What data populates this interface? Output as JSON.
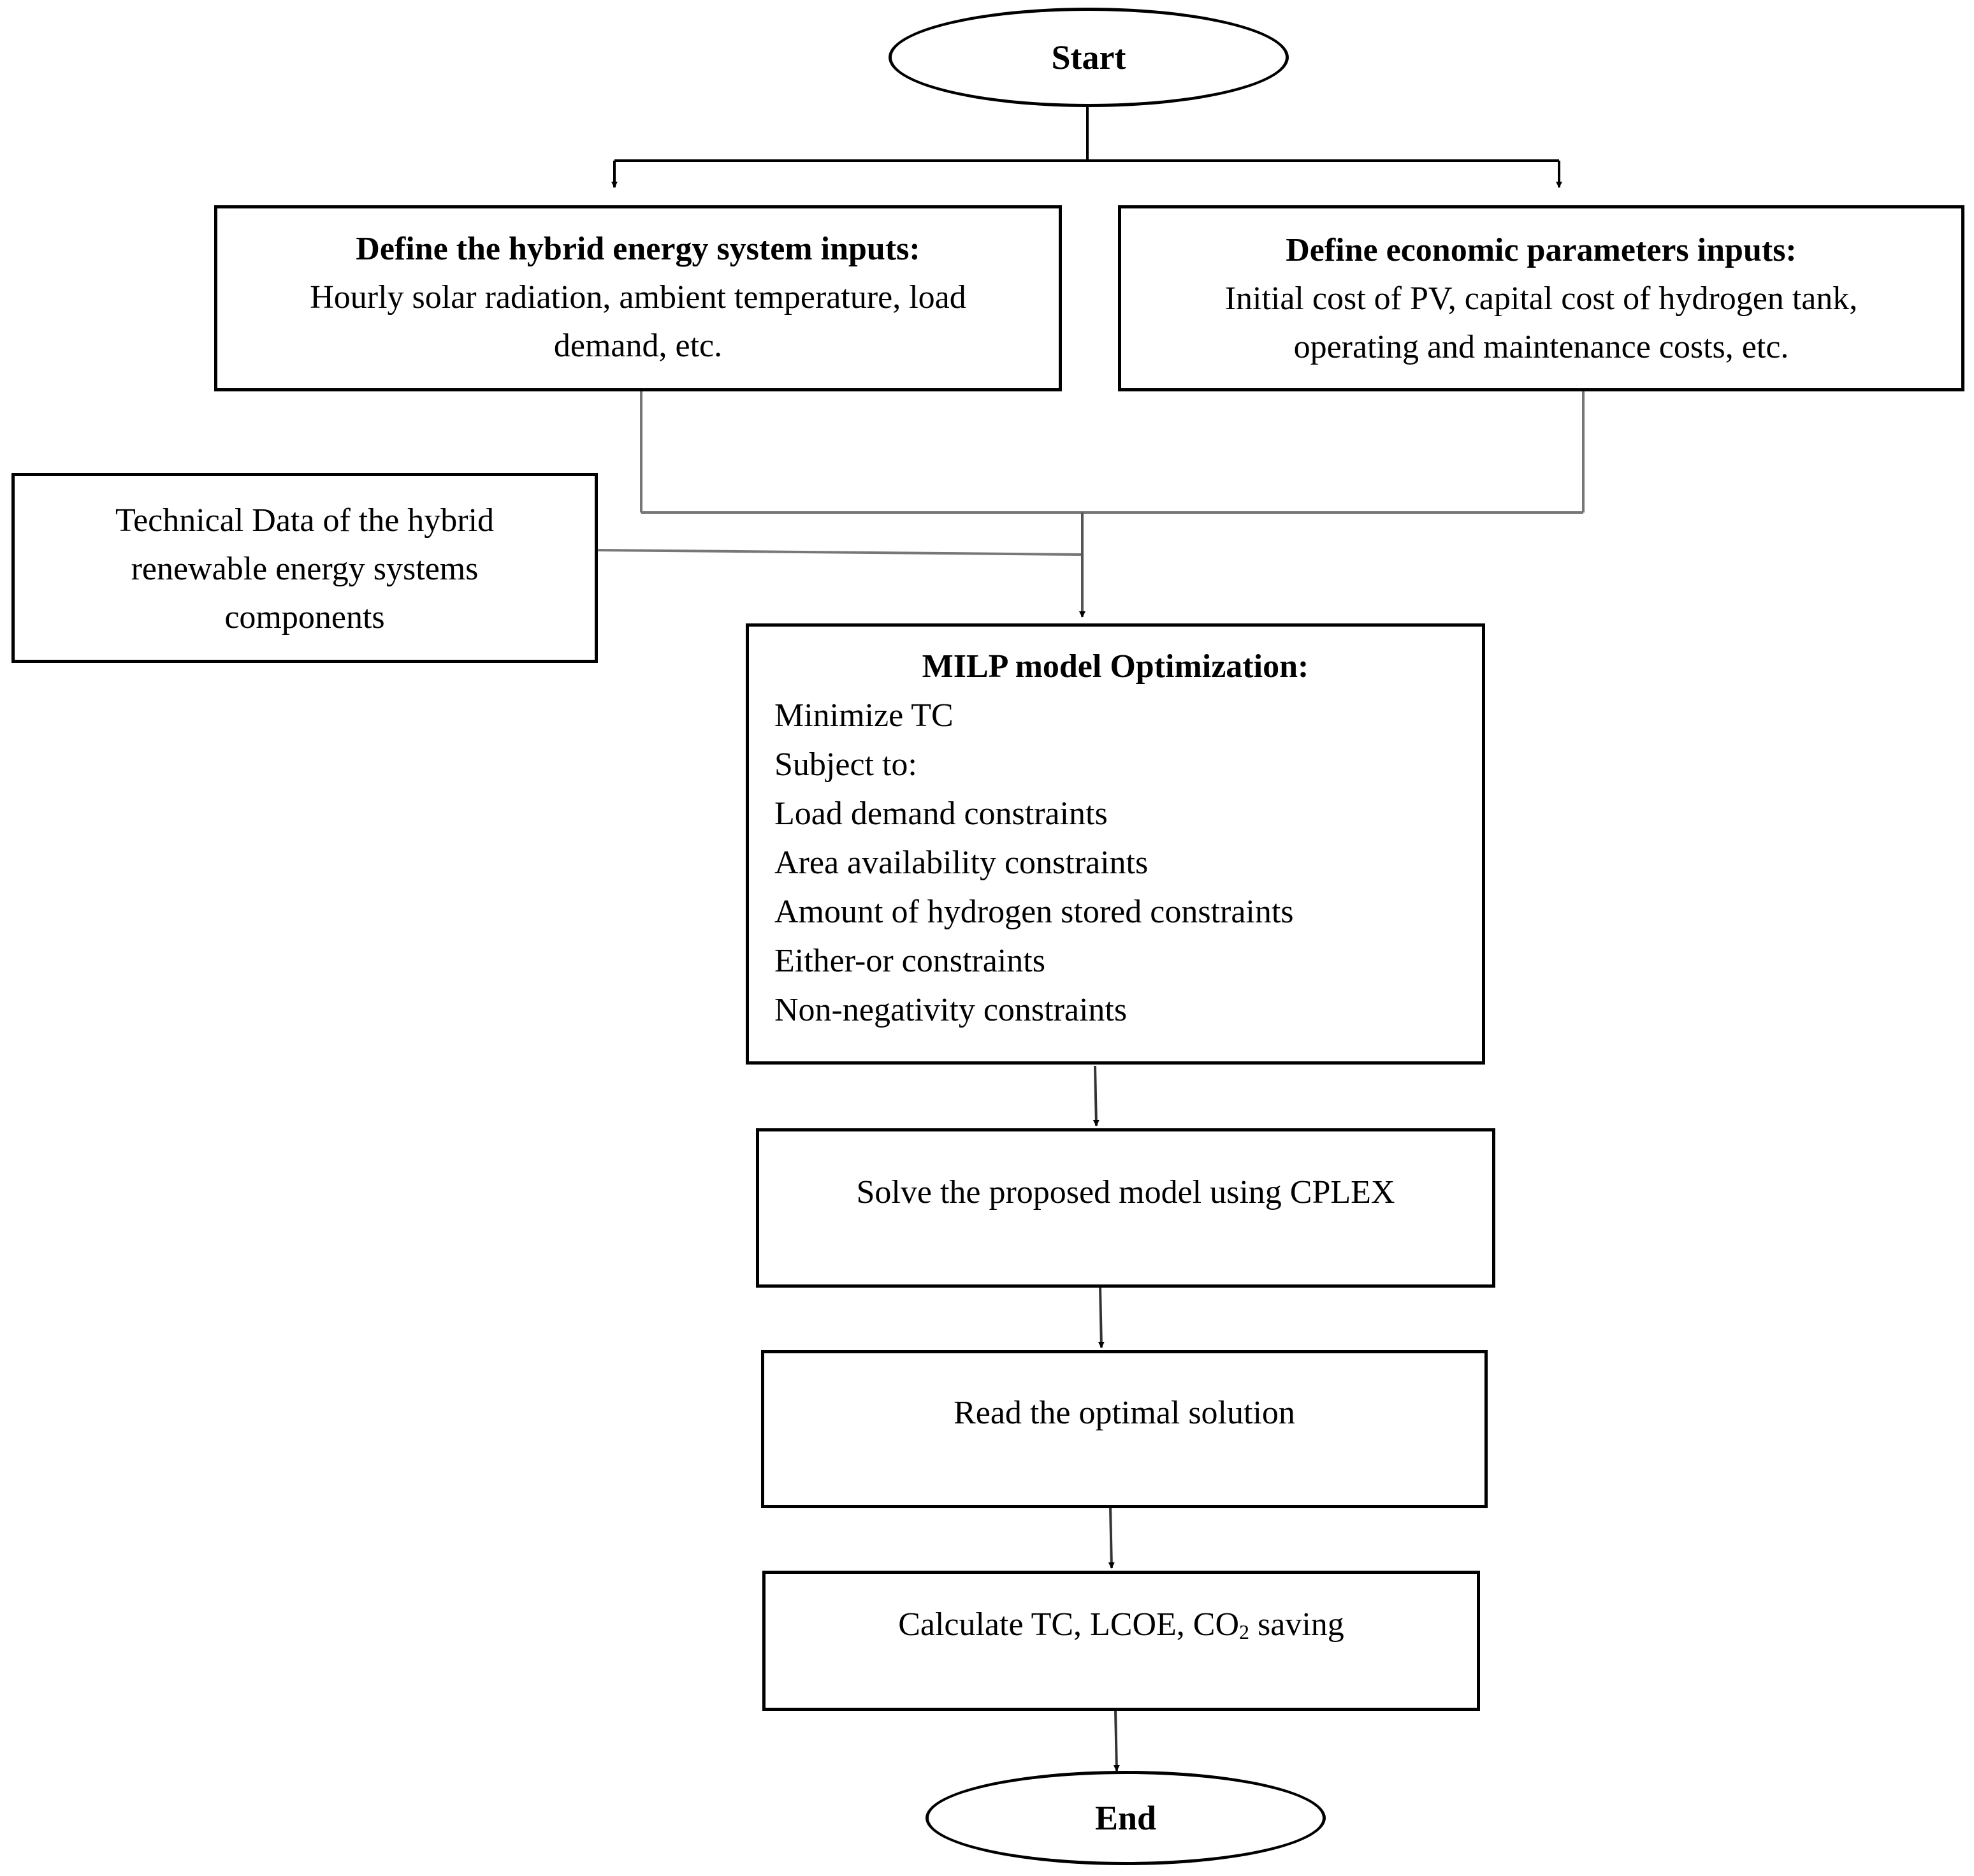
{
  "start": {
    "label": "Start"
  },
  "end": {
    "label": "End"
  },
  "system_inputs": {
    "heading": "Define the hybrid energy system inputs:",
    "line1": "Hourly solar radiation, ambient temperature, load",
    "line2": "demand, etc."
  },
  "economic_inputs": {
    "heading": "Define economic parameters inputs:",
    "line1": "Initial cost of PV, capital cost of hydrogen tank,",
    "line2": "operating and maintenance costs, etc."
  },
  "technical_data": {
    "line1": "Technical Data of the hybrid",
    "line2": "renewable energy systems",
    "line3": "components"
  },
  "milp": {
    "heading": "MILP model Optimization:",
    "lines": [
      "Minimize TC",
      "Subject to:",
      "Load demand constraints",
      "Area availability constraints",
      "Amount of hydrogen stored constraints",
      "Either-or constraints",
      "Non-negativity constraints"
    ]
  },
  "solve": {
    "label": "Solve the proposed model using CPLEX"
  },
  "read": {
    "label": "Read the optimal solution"
  },
  "calculate": {
    "prefix": "Calculate TC, LCOE, CO",
    "subscript": "2",
    "suffix": " saving"
  }
}
